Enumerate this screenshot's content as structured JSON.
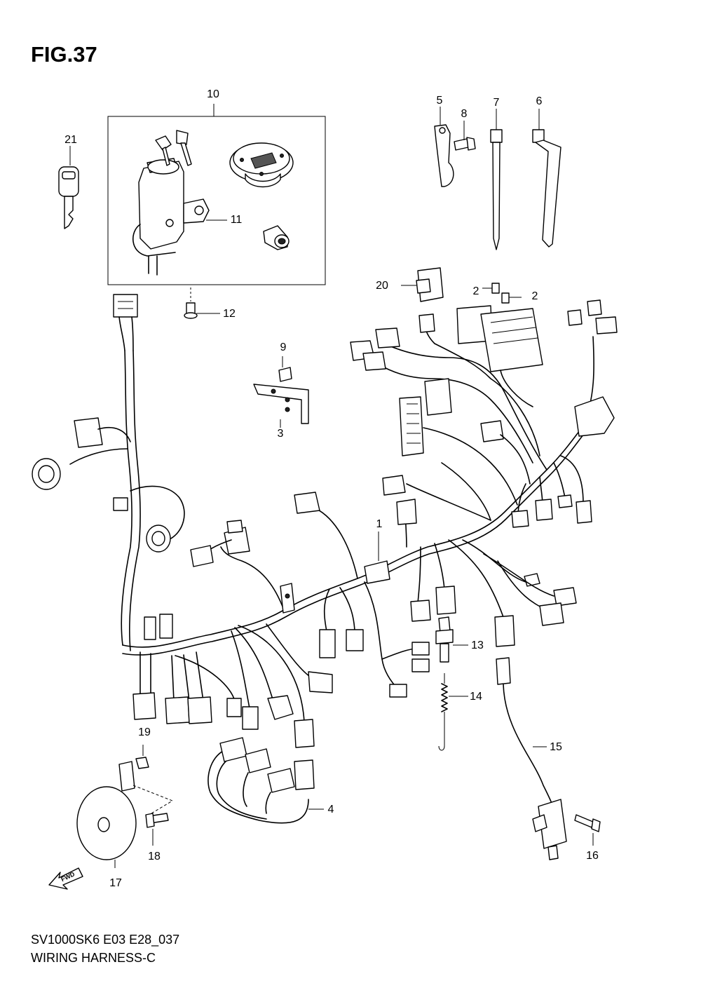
{
  "figure": {
    "title": "FIG.37",
    "code": "SV1000SK6 E03 E28_037",
    "name": "WIRING HARNESS-C"
  },
  "fwd_label": "FWD",
  "callouts": [
    {
      "id": "c10",
      "label": "10"
    },
    {
      "id": "c21",
      "label": "21"
    },
    {
      "id": "c11",
      "label": "11"
    },
    {
      "id": "c12",
      "label": "12"
    },
    {
      "id": "c5",
      "label": "5"
    },
    {
      "id": "c8",
      "label": "8"
    },
    {
      "id": "c7",
      "label": "7"
    },
    {
      "id": "c6",
      "label": "6"
    },
    {
      "id": "c20",
      "label": "20"
    },
    {
      "id": "c2a",
      "label": "2"
    },
    {
      "id": "c2b",
      "label": "2"
    },
    {
      "id": "c9",
      "label": "9"
    },
    {
      "id": "c3",
      "label": "3"
    },
    {
      "id": "c1",
      "label": "1"
    },
    {
      "id": "c13",
      "label": "13"
    },
    {
      "id": "c14",
      "label": "14"
    },
    {
      "id": "c15",
      "label": "15"
    },
    {
      "id": "c19",
      "label": "19"
    },
    {
      "id": "c4",
      "label": "4"
    },
    {
      "id": "c18",
      "label": "18"
    },
    {
      "id": "c17",
      "label": "17"
    },
    {
      "id": "c16",
      "label": "16"
    }
  ]
}
